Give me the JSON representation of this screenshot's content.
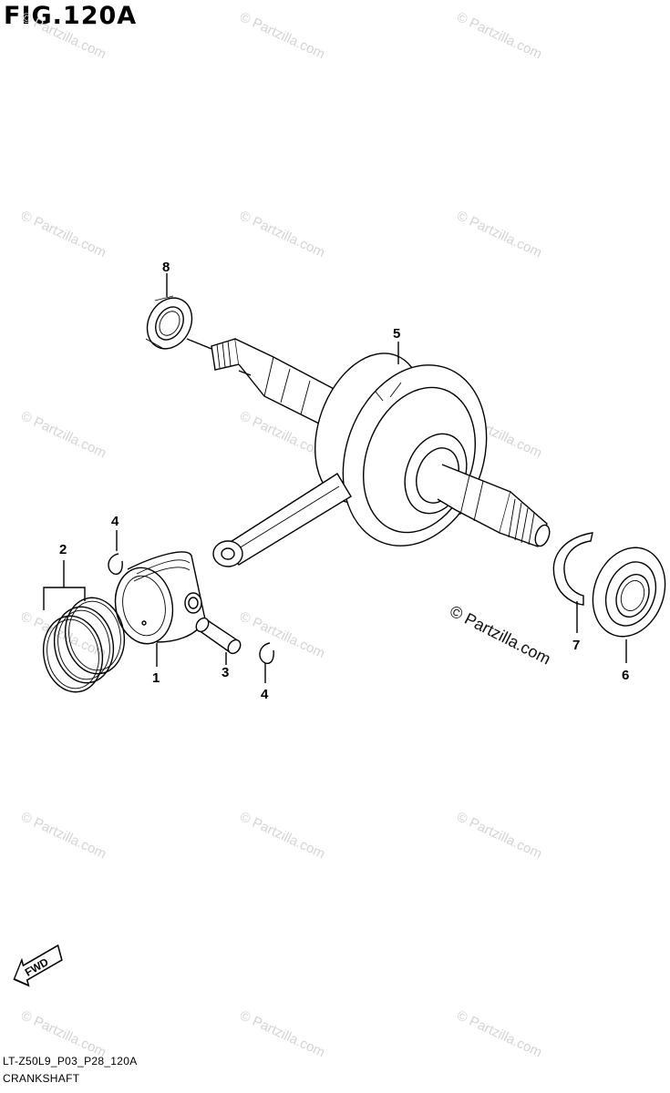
{
  "figure": {
    "title": "FIG.120A",
    "code": "LT-Z50L9_P03_P28_120A",
    "name": "CRANKSHAFT"
  },
  "watermark": {
    "text": "© Partzilla.com",
    "color": "#d4d4d4"
  },
  "center_watermark": "© Partzilla.com",
  "direction_arrow": {
    "label": "FWD"
  },
  "callouts": [
    {
      "id": "callout-1",
      "label": "1"
    },
    {
      "id": "callout-2",
      "label": "2"
    },
    {
      "id": "callout-3",
      "label": "3"
    },
    {
      "id": "callout-4a",
      "label": "4"
    },
    {
      "id": "callout-4b",
      "label": "4"
    },
    {
      "id": "callout-5",
      "label": "5"
    },
    {
      "id": "callout-6",
      "label": "6"
    },
    {
      "id": "callout-7",
      "label": "7"
    },
    {
      "id": "callout-8",
      "label": "8"
    }
  ]
}
